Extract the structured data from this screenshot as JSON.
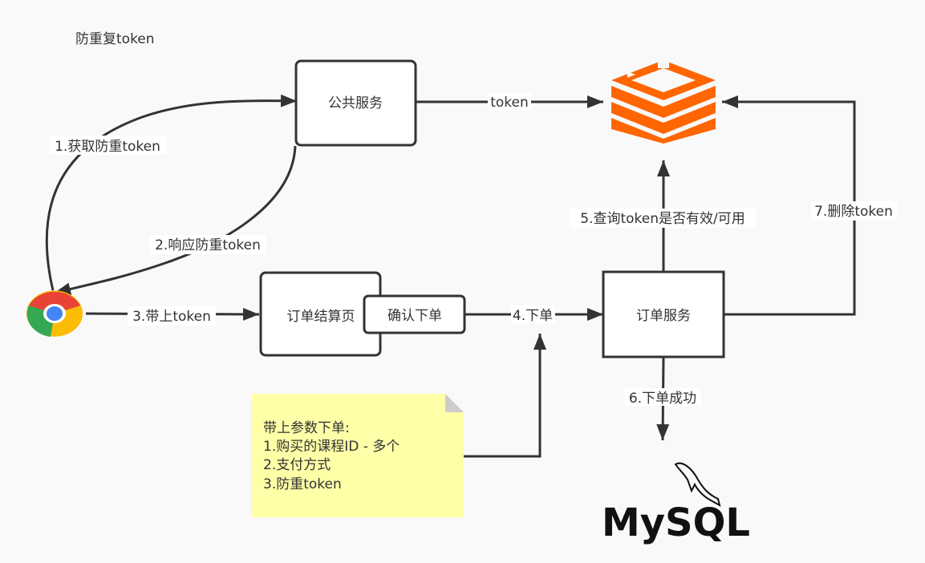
{
  "title": "防重复token",
  "nodes": {
    "public_service": "公共服务",
    "checkout_page": "订单结算页",
    "confirm_order": "确认下单",
    "order_service": "订单服务",
    "redis_icon": "redis-icon",
    "chrome_icon": "chrome-browser-icon",
    "mysql_logo": "MySQL"
  },
  "edges": {
    "public_to_redis": "token",
    "browser_get_token": "1.获取防重token",
    "public_respond_token": "2.响应防重token",
    "browser_to_checkout": "3.带上token",
    "confirm_to_order": "4.下单",
    "order_query_redis": "5.查询token是否有效/可用",
    "order_to_mysql": "6.下单成功",
    "order_delete_token": "7.删除token"
  },
  "note": {
    "lines": [
      "带上参数下单:",
      "1.购买的课程ID - 多个",
      "2.支付方式",
      "3.防重token"
    ],
    "color": "#ffffa8"
  },
  "colors": {
    "redis": "#ff6600",
    "stroke": "#333333",
    "chrome_red": "#e84335",
    "chrome_green": "#34a853",
    "chrome_yellow": "#fbbc05",
    "chrome_blue": "#4285f4"
  }
}
